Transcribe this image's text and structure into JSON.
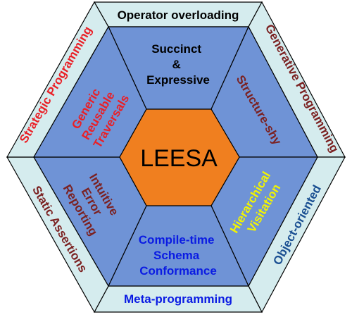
{
  "colors": {
    "outer_fill": "#d5ecee",
    "inner_fill": "#6f93d6",
    "center_fill": "#f07f1f",
    "stroke": "#000000",
    "dark_red": "#7b2121",
    "bright_red": "#ea1f26",
    "blue": "#0a1be3",
    "navy": "#1a4f92",
    "yellow": "#f3f500"
  },
  "center": {
    "label": "LEESA"
  },
  "outer_ring": {
    "top": "Operator overloading",
    "upper_right": "Generative Programming",
    "lower_right": "Object-oriented",
    "bottom": "Meta-programming",
    "lower_left": "Static Assertions",
    "upper_left": "Strategic Programming"
  },
  "inner_ring": {
    "top": [
      "Succinct",
      "&",
      "Expressive"
    ],
    "upper_right": [
      "Structure-shy"
    ],
    "lower_right": [
      "Hierarchical",
      "Visitation"
    ],
    "bottom": [
      "Compile-time",
      "Schema",
      "Conformance"
    ],
    "lower_left": [
      "Intuitive",
      "Error",
      "Reporting"
    ],
    "upper_left": [
      "Generic",
      "Reusable",
      "Traversals"
    ]
  }
}
